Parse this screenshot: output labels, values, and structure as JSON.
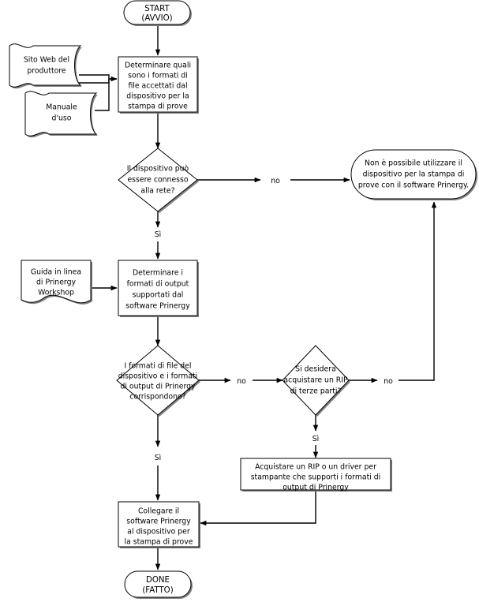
{
  "diagram": {
    "title": "Prinergy proofing device workflow",
    "colors": {
      "stroke": "#000000",
      "fill": "#ffffff",
      "shadow": "#808080"
    },
    "nodes": {
      "start": {
        "type": "terminator",
        "lines": [
          "START",
          "(AVVIO)"
        ]
      },
      "doc_website": {
        "type": "tape",
        "lines": [
          "Sito Web del",
          "produttore"
        ]
      },
      "doc_manual": {
        "type": "tape",
        "lines": [
          "Manuale",
          "d'uso"
        ]
      },
      "process_formats": {
        "type": "process",
        "lines": [
          "Determinare quali",
          "sono i formati di",
          "file accettati dal",
          "dispositivo per la",
          "stampa di prove"
        ]
      },
      "decision_network": {
        "type": "decision",
        "lines": [
          "Il dispositivo può",
          "essere connesso",
          "alla rete?"
        ]
      },
      "terminator_not_possible": {
        "type": "terminator",
        "lines": [
          "Non è possibile utilizzare il",
          "dispositivo per la stampa di",
          "prove con il software Prinergy."
        ]
      },
      "doc_online_help": {
        "type": "document",
        "lines": [
          "Guida in linea",
          "di Prinergy",
          "Workshop"
        ]
      },
      "process_output_formats": {
        "type": "process",
        "lines": [
          "Determinare i",
          "formati di output",
          "supportati dal",
          "software Prinergy"
        ]
      },
      "decision_formats_match": {
        "type": "decision",
        "lines": [
          "I formati di file del",
          "dispositivo e i formati",
          "di output di Prinergy",
          "corrispondono?"
        ]
      },
      "decision_buy_rip": {
        "type": "decision",
        "lines": [
          "Si desidera",
          "acquistare un RIP",
          "di terze parti?"
        ]
      },
      "process_buy_rip": {
        "type": "process",
        "lines": [
          "Acquistare un RIP o un driver per",
          "stampante che supporti i formati di",
          "output di Prinergy"
        ]
      },
      "process_connect": {
        "type": "process",
        "lines": [
          "Collegare il",
          "software Prinergy",
          "al dispositivo per",
          "la stampa di prove"
        ]
      },
      "done": {
        "type": "terminator",
        "lines": [
          "DONE",
          "(FATTO)"
        ]
      }
    },
    "edge_labels": {
      "network_no": "no",
      "network_yes": "Sì",
      "match_no": "no",
      "match_yes": "Sì",
      "rip_no": "no",
      "rip_yes": "Sì"
    }
  }
}
